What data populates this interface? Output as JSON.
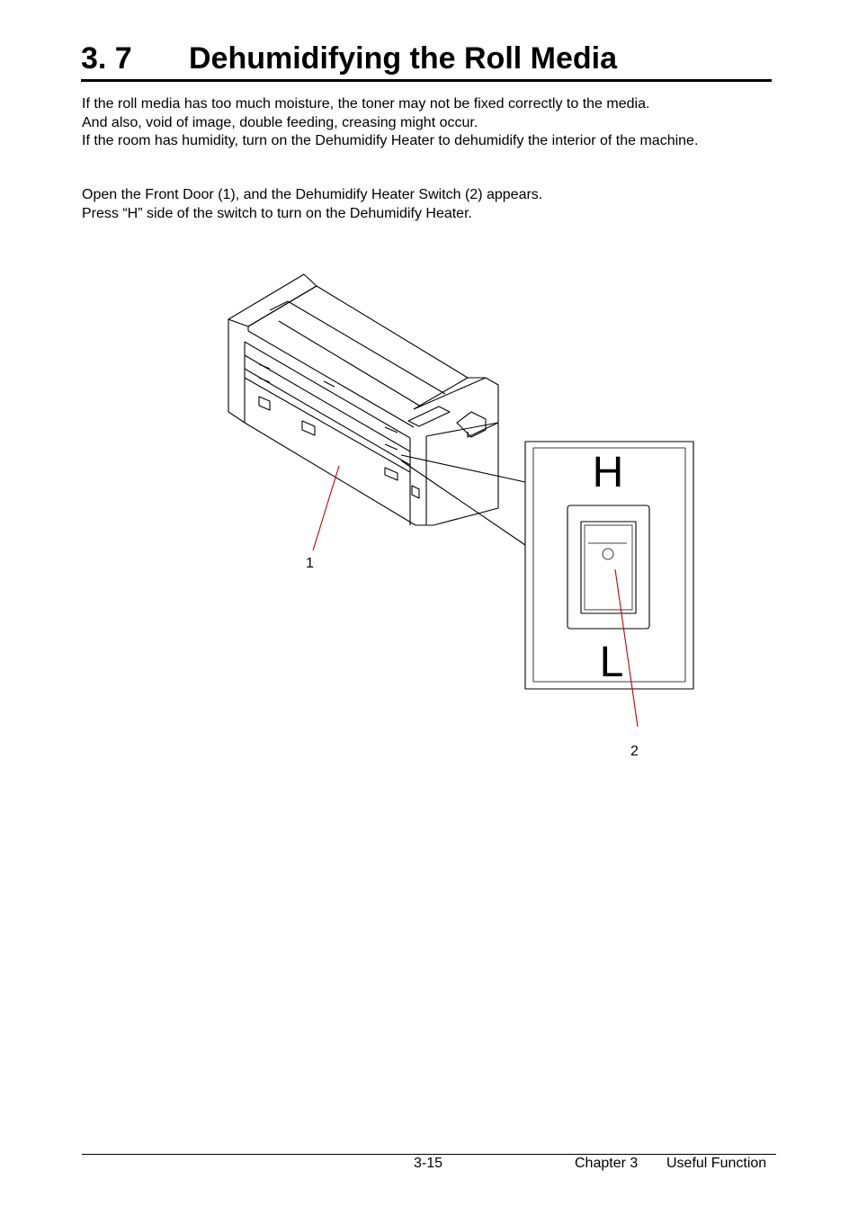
{
  "section": {
    "number": "3. 7",
    "title": "Dehumidifying the Roll Media"
  },
  "body": {
    "paragraph1": [
      "If the roll media has too much moisture, the toner may not be fixed correctly to the media.",
      "And also, void of image, double feeding, creasing might occur.",
      "If the room has humidity, turn on the Dehumidify Heater to dehumidify the interior of the machine."
    ],
    "paragraph2": [
      "Open the Front Door (1), and the Dehumidify Heater Switch (2) appears.",
      "Press “H” side of the switch to turn on the Dehumidify Heater."
    ]
  },
  "figure": {
    "switch_top_label": "H",
    "switch_bottom_label": "L",
    "callout_1": "1",
    "callout_2": "2"
  },
  "footer": {
    "page_number": "3-15",
    "chapter": "Chapter 3",
    "chapter_name": "Useful Function"
  }
}
